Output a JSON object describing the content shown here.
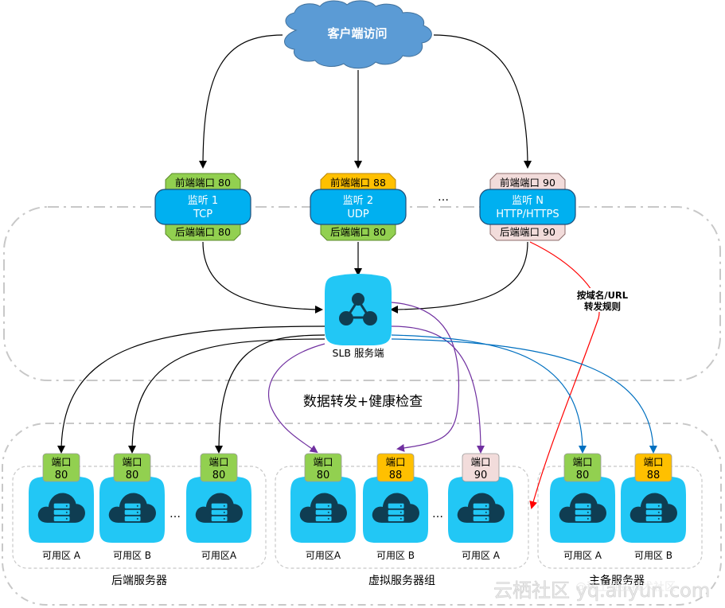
{
  "client": {
    "label": "客户端访问"
  },
  "listeners": [
    {
      "frontend": "前端端口 80",
      "name": "监听 1",
      "protocol": "TCP",
      "backend": "后端端口 80",
      "front_color": "#92d050",
      "back_color": "#92d050"
    },
    {
      "frontend": "前端端口 88",
      "name": "监听 2",
      "protocol": "UDP",
      "backend": "后端端口 80",
      "front_color": "#ffc000",
      "back_color": "#92d050"
    },
    {
      "frontend": "前端端口 90",
      "name": "监听 N",
      "protocol": "HTTP/HTTPS",
      "backend": "后端端口 90",
      "front_color": "#f2dcdb",
      "back_color": "#f2dcdb"
    }
  ],
  "listener_ellipsis": "…",
  "slb": {
    "label": "SLB 服务端"
  },
  "rule_label": {
    "line1": "按域名/URL",
    "line2": "转发规则"
  },
  "forward_label": "数据转发+健康检查",
  "groups": [
    {
      "label": "后端服务器",
      "servers": [
        {
          "port_label": "端口",
          "port": "80",
          "zone": "可用区 A",
          "port_color": "#92d050"
        },
        {
          "port_label": "端口",
          "port": "80",
          "zone": "可用区 B",
          "port_color": "#92d050"
        },
        {
          "port_label": "端口",
          "port": "80",
          "zone": "可用区A",
          "port_color": "#92d050"
        }
      ],
      "ellipsis": "…"
    },
    {
      "label": "虚拟服务器组",
      "servers": [
        {
          "port_label": "端口",
          "port": "80",
          "zone": "可用区A",
          "port_color": "#92d050"
        },
        {
          "port_label": "端口",
          "port": "88",
          "zone": "可用区 B",
          "port_color": "#ffc000"
        },
        {
          "port_label": "端口",
          "port": "90",
          "zone": "可用区 A",
          "port_color": "#f2dcdb"
        }
      ],
      "ellipsis": "…"
    },
    {
      "label": "主备服务器",
      "servers": [
        {
          "port_label": "端口",
          "port": "80",
          "zone": "可用区 A",
          "port_color": "#92d050"
        },
        {
          "port_label": "端口",
          "port": "88",
          "zone": "可用区 B",
          "port_color": "#ffc000"
        }
      ]
    }
  ],
  "watermark": {
    "left": "云栖社区 yq.aliyun.com",
    "right": "@稀土掘金技术社区"
  },
  "colors": {
    "cloud": "#5b9bd5",
    "listener": "#00b0f0",
    "server": "#22c7f5",
    "icon_dark": "#0f3d52",
    "arrow_black": "#000000",
    "arrow_purple": "#7030a0",
    "arrow_blue": "#0070c0",
    "arrow_red": "#ff0000"
  }
}
